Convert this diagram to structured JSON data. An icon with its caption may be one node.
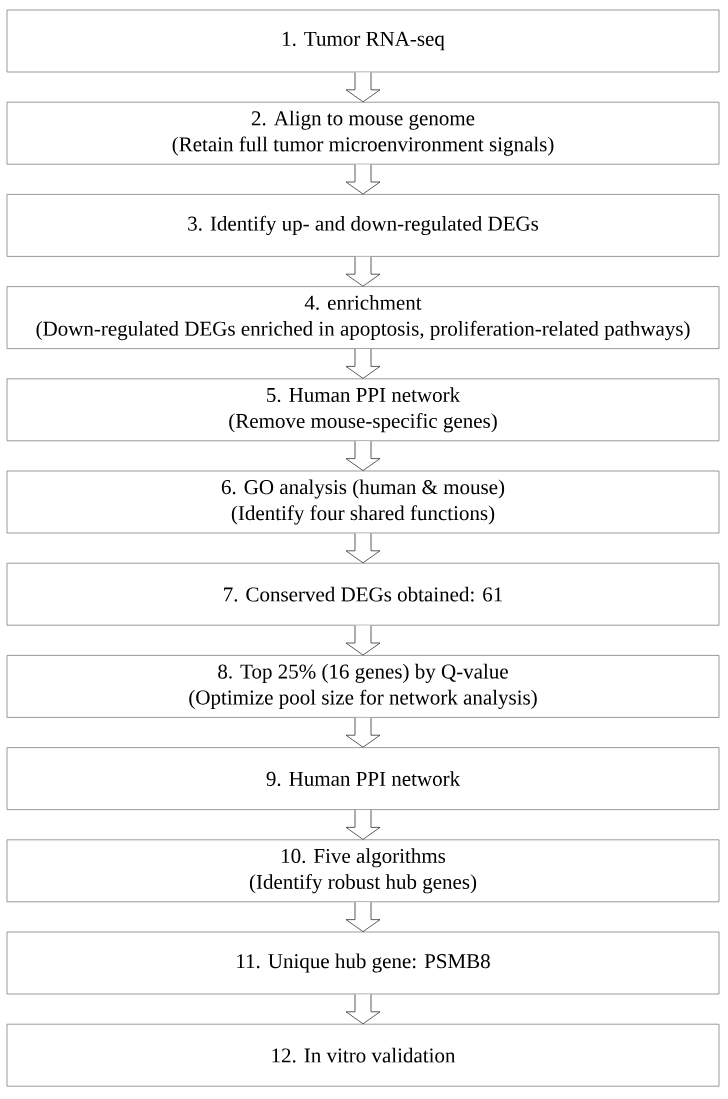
{
  "diagram": {
    "nodes": [
      {
        "text": [
          "1. Tumor RNA-seq"
        ]
      },
      {
        "text": [
          "2. Align to mouse genome",
          "(Retain full tumor microenvironment signals)"
        ]
      },
      {
        "text": [
          "3. Identify up- and down-regulated DEGs"
        ]
      },
      {
        "text": [
          "4. enrichment",
          "(Down-regulated DEGs enriched in apoptosis, proliferation-related pathways)"
        ]
      },
      {
        "text": [
          "5. Human PPI network",
          "(Remove mouse-specific genes)"
        ]
      },
      {
        "text": [
          "6. GO analysis (human & mouse)",
          "(Identify four shared functions)"
        ]
      },
      {
        "text": [
          "7. Conserved DEGs obtained: 61"
        ]
      },
      {
        "text": [
          "8. Top 25% (16 genes) by Q-value",
          "(Optimize pool size for network analysis)"
        ]
      },
      {
        "text": [
          "9. Human PPI network"
        ]
      },
      {
        "text": [
          "10. Five algorithms",
          "(Identify robust hub genes)"
        ]
      },
      {
        "text": [
          "11. Unique hub gene: PSMB8"
        ]
      },
      {
        "text": [
          "12. In vitro validation"
        ]
      }
    ],
    "edges": [
      {
        "from": 0,
        "to": 1,
        "arrow": "to"
      },
      {
        "from": 1,
        "to": 2,
        "arrow": "to"
      },
      {
        "from": 2,
        "to": 3,
        "arrow": "to"
      },
      {
        "from": 3,
        "to": 4,
        "arrow": "to"
      },
      {
        "from": 4,
        "to": 5,
        "arrow": "to"
      },
      {
        "from": 5,
        "to": 6,
        "arrow": "to"
      },
      {
        "from": 6,
        "to": 7,
        "arrow": "to"
      },
      {
        "from": 7,
        "to": 8,
        "arrow": "to"
      },
      {
        "from": 8,
        "to": 9,
        "arrow": "to"
      },
      {
        "from": 9,
        "to": 10,
        "arrow": "to"
      },
      {
        "from": 10,
        "to": 11,
        "arrow": "to"
      }
    ]
  }
}
